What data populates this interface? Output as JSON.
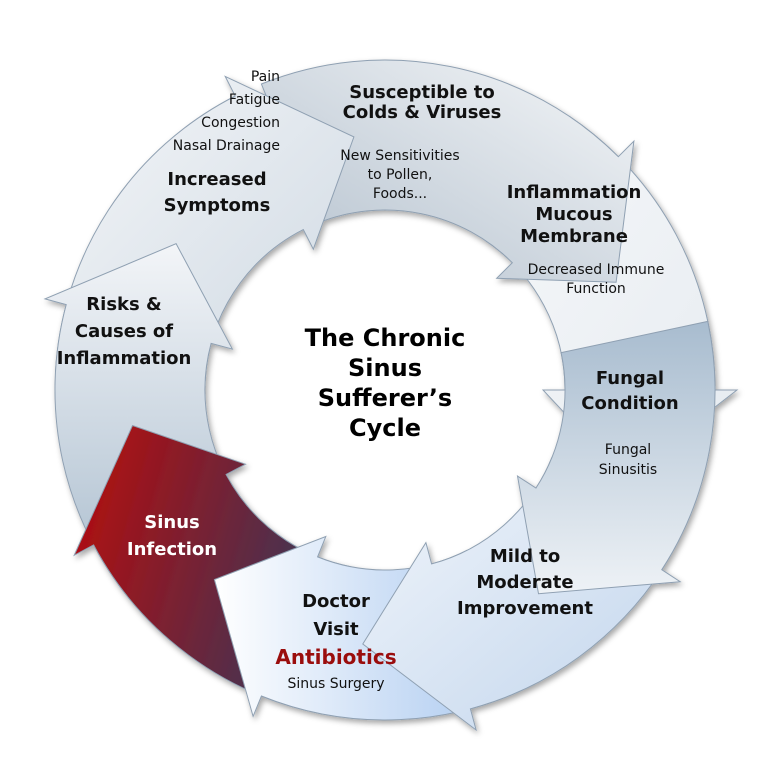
{
  "title_lines": [
    "The Chronic",
    "Sinus",
    "Sufferer’s",
    "Cycle"
  ],
  "stages": [
    {
      "id": "susceptible",
      "heading": [
        "Susceptible to",
        "Colds & Viruses"
      ],
      "details": [
        "New Sensitivities",
        "to Pollen,",
        "Foods..."
      ]
    },
    {
      "id": "inflammation-mucous",
      "heading": [
        "Inflammation",
        "Mucous",
        "Membrane"
      ],
      "details": [
        "Decreased Immune",
        "Function"
      ]
    },
    {
      "id": "fungal",
      "heading": [
        "Fungal",
        "Condition"
      ],
      "details": [
        "Fungal",
        "Sinusitis"
      ]
    },
    {
      "id": "mild-improvement",
      "heading": [
        "Mild to",
        "Moderate",
        "Improvement"
      ],
      "details": []
    },
    {
      "id": "doctor-visit",
      "heading": [
        "Doctor",
        "Visit"
      ],
      "highlight": "Antibiotics",
      "details": [
        "Sinus Surgery"
      ]
    },
    {
      "id": "sinus-infection",
      "heading": [
        "Sinus",
        "Infection"
      ],
      "details": []
    },
    {
      "id": "risks-causes",
      "heading": [
        "Risks &",
        "Causes of",
        "Inflammation"
      ],
      "details": []
    },
    {
      "id": "increased-symptoms",
      "heading": [
        "Increased",
        "Symptoms"
      ],
      "details": [
        "Pain",
        "Fatigue",
        "Congestion",
        "Nasal Drainage"
      ]
    }
  ],
  "colors": {
    "infection_start": "#b80a0a",
    "infection_end": "#3a3658",
    "highlight": "#9a0d0d",
    "arrow_light": "#f7f9fb",
    "arrow_blue": "#aebfd0"
  }
}
